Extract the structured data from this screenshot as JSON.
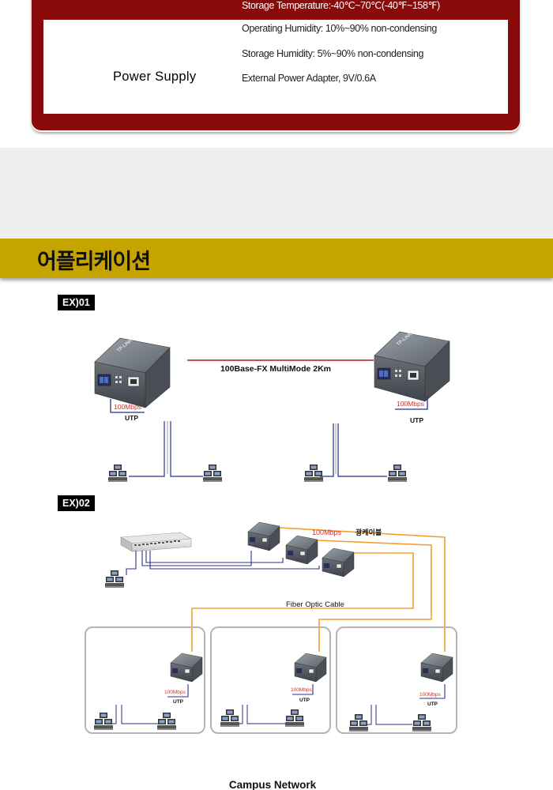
{
  "specs": {
    "storage_temperature": "Storage Temperature:-40℃~70℃(-40℉~158℉)",
    "operating_humidity": "Operating Humidity: 10%~90% non-condensing",
    "storage_humidity": "Storage Humidity: 5%~90% non-condensing",
    "power_supply_label": "Power  Supply",
    "power_supply_value": "External Power Adapter, 9V/0.6A"
  },
  "section_title": "어플리케이션",
  "example1": {
    "label": "EX)01",
    "link_label": "100Base-FX MultiMode 2Km",
    "device_brand": "TP-LINK",
    "speed_left": "100Mbps",
    "utp_left": "UTP",
    "speed_right": "100Mbps",
    "utp_right": "UTP"
  },
  "example2": {
    "label": "EX)02",
    "top_speed": "100Mbps",
    "fiber_korean": "광케이블",
    "fiber_label": "Fiber Optic Cable",
    "box_speed": "100Mbps",
    "box_utp": "UTP",
    "caption": "Campus Network"
  },
  "colors": {
    "panel_red": "#8a0a0a",
    "section_gold": "#c6a400",
    "fiber_orange": "#f0a030",
    "utp_blue": "#2b2f8f",
    "speed_red": "#d0302a"
  }
}
